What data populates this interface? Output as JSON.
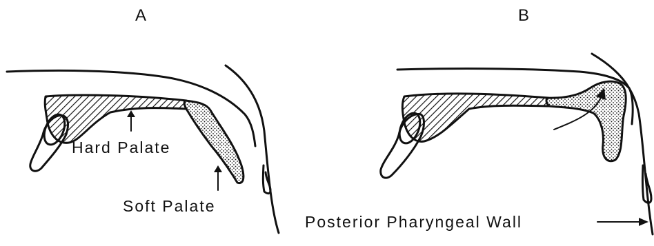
{
  "panels": [
    {
      "letter": "A"
    },
    {
      "letter": "B"
    }
  ],
  "labels": {
    "hard_palate": "Hard Palate",
    "soft_palate": "Soft Palate",
    "posterior_pharyngeal_wall": "Posterior Pharyngeal Wall"
  },
  "colors": {
    "ink": "#111111",
    "background": "#ffffff"
  }
}
